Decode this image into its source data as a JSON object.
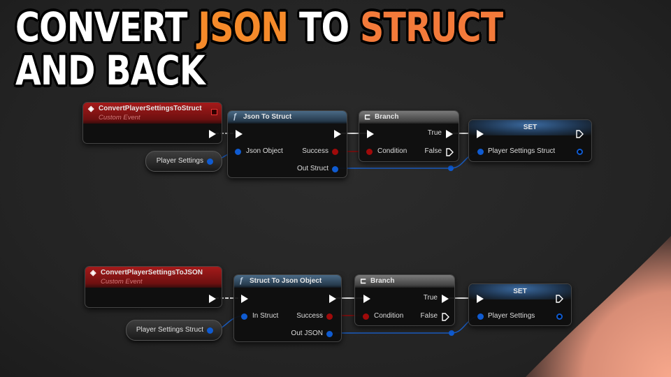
{
  "title": {
    "line1_a": "CONVERT",
    "line1_b": "JSON",
    "line1_c": "TO",
    "line1_d": "STRUCT",
    "line2": "AND BACK"
  },
  "graph1": {
    "event": {
      "name": "ConvertPlayerSettingsToStruct",
      "sub": "Custom Event"
    },
    "variable": "Player Settings",
    "func": {
      "name": "Json To Struct",
      "in": "Json Object",
      "success": "Success",
      "out": "Out Struct"
    },
    "branch": {
      "name": "Branch",
      "cond": "Condition",
      "true": "True",
      "false": "False"
    },
    "set": {
      "name": "SET",
      "pin": "Player Settings Struct"
    }
  },
  "graph2": {
    "event": {
      "name": "ConvertPlayerSettingsToJSON",
      "sub": "Custom Event"
    },
    "variable": "Player Settings Struct",
    "func": {
      "name": "Struct To Json Object",
      "in": "In Struct",
      "success": "Success",
      "out": "Out JSON"
    },
    "branch": {
      "name": "Branch",
      "cond": "Condition",
      "true": "True",
      "false": "False"
    },
    "set": {
      "name": "SET",
      "pin": "Player Settings"
    }
  },
  "colors": {
    "accent": "#f58a2a",
    "exec": "#ffffff",
    "struct_pin": "#0f5bd1",
    "bool_pin": "#a00a0a",
    "event_header": "#a51a1a"
  }
}
